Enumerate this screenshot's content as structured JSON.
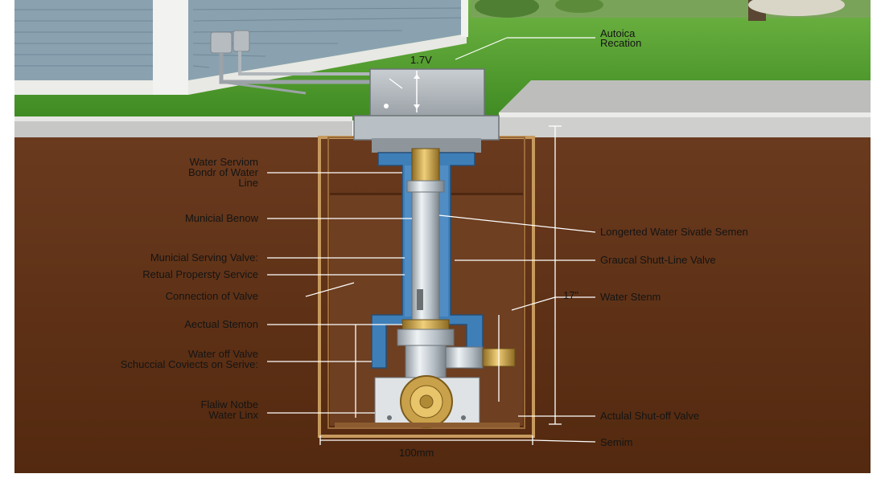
{
  "top_labels": {
    "automatic_location": [
      "Autoica",
      "Recation"
    ],
    "voltage": "1.7V"
  },
  "left_labels": [
    {
      "id": "water-service-bond",
      "lines": [
        "Water Serviom",
        "Bondr of Water",
        "Line"
      ]
    },
    {
      "id": "municipal-benow",
      "lines": [
        "Municial Benow"
      ]
    },
    {
      "id": "municipal-serving-valve",
      "lines": [
        "Municial Serving Valve:"
      ]
    },
    {
      "id": "retual-property-service",
      "lines": [
        "Retual Propersty Service"
      ]
    },
    {
      "id": "connection-of-valve",
      "lines": [
        "Connection of Valve"
      ]
    },
    {
      "id": "actual-stemon",
      "lines": [
        "Aectual Stemon"
      ]
    },
    {
      "id": "water-off-valve",
      "lines": [
        "Water off Valve",
        "Schuccial Coviects on Serive:"
      ]
    },
    {
      "id": "flaw-note",
      "lines": [
        "Flaliw Notbe",
        "Water Linx"
      ]
    }
  ],
  "right_labels": [
    {
      "id": "longerted-water-sivatle-semen",
      "lines": [
        "Longerted Water Sivatle Semen"
      ]
    },
    {
      "id": "graucal-shut-line-valve",
      "lines": [
        "Graucal Shutt-Line Valve"
      ]
    },
    {
      "id": "water-stenm",
      "lines": [
        "Water Stenm"
      ]
    },
    {
      "id": "actual-shutoff-valve",
      "lines": [
        "Actulal Shut-off Valve"
      ]
    },
    {
      "id": "semim",
      "lines": [
        "Semim"
      ]
    }
  ],
  "dimensions": {
    "depth": "17\"",
    "width": "100mm"
  },
  "colors": {
    "sky_grass": "#4f9a2c",
    "soil": "#6a3a1e",
    "soil_dark": "#4a2612",
    "concrete": "#bfbfbf",
    "pipe_blue": "#3f7fb8",
    "pipe_steel": "#c8d0d6",
    "brass": "#c9a14a",
    "house_siding": "#7f97a6"
  }
}
